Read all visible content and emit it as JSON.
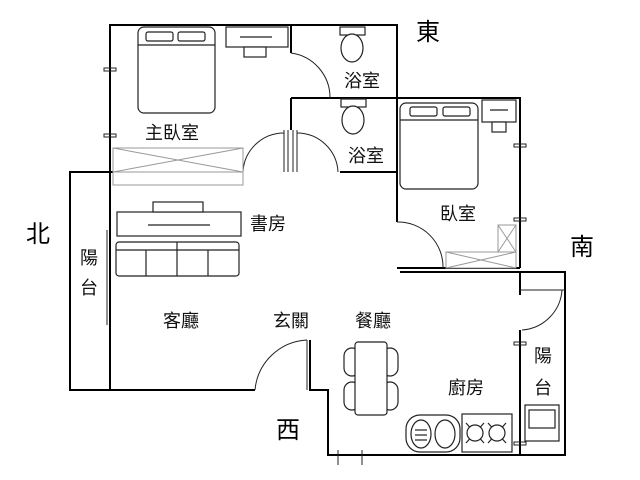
{
  "directions": {
    "east": "東",
    "north": "北",
    "south": "南",
    "west": "西"
  },
  "rooms": {
    "master_bedroom": "主臥室",
    "bathroom_1": "浴室",
    "bathroom_2": "浴室",
    "study": "書房",
    "bedroom": "臥室",
    "balcony_left": [
      "陽",
      "台"
    ],
    "living_room": "客廳",
    "entrance": "玄關",
    "dining_room": "餐廳",
    "kitchen": "廚房",
    "balcony_right": [
      "陽",
      "台"
    ]
  },
  "colors": {
    "wall": "#000000",
    "furniture": "#222222",
    "closet": "#999999"
  }
}
